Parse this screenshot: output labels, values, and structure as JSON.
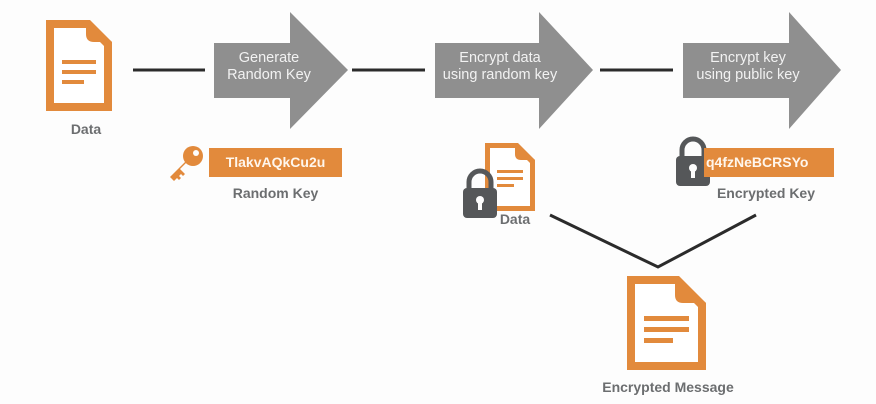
{
  "colors": {
    "orange": "#e28a3c",
    "arrow_gray": "#8f8f8f",
    "line_dark": "#2b2b2b",
    "lock_gray": "#555759",
    "label_gray": "#6c6e70"
  },
  "nodes": {
    "data": {
      "icon": "document-icon",
      "label": "Data"
    },
    "random_key": {
      "icon": "key-icon",
      "value": "TlakvAQkCu2u",
      "label": "Random Key"
    },
    "encrypted_data": {
      "icon": "locked-document-icon",
      "label": "Data"
    },
    "encrypted_key": {
      "icon": "lock-icon",
      "value": "q4fzNeBCRSYo",
      "label": "Encrypted Key"
    },
    "encrypted_message": {
      "icon": "document-icon",
      "label": "Encrypted Message"
    }
  },
  "steps": [
    {
      "line1": "Generate",
      "line2": "Random Key"
    },
    {
      "line1": "Encrypt data",
      "line2": "using random key"
    },
    {
      "line1": "Encrypt key",
      "line2": "using public key"
    }
  ]
}
